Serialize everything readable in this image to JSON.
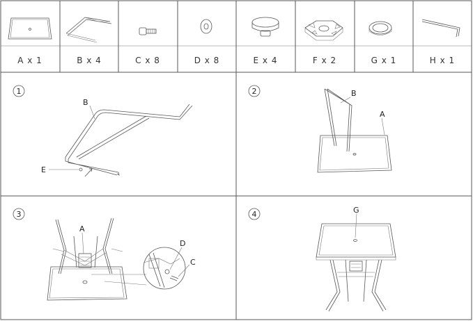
{
  "parts": [
    {
      "letter": "A",
      "label": "A x 1",
      "icon": "table-top-icon"
    },
    {
      "letter": "B",
      "label": "B x 4",
      "icon": "leg-frame-icon"
    },
    {
      "letter": "C",
      "label": "C x 8",
      "icon": "bolt-icon"
    },
    {
      "letter": "D",
      "label": "D x 8",
      "icon": "washer-icon"
    },
    {
      "letter": "E",
      "label": "E x 4",
      "icon": "foot-cap-icon"
    },
    {
      "letter": "F",
      "label": "F x 2",
      "icon": "bracket-icon"
    },
    {
      "letter": "G",
      "label": "G x 1",
      "icon": "umbrella-ring-icon"
    },
    {
      "letter": "H",
      "label": "H x 1",
      "icon": "hex-key-icon"
    }
  ],
  "steps": [
    {
      "number": "1",
      "callouts": {
        "b": "B",
        "e": "E"
      }
    },
    {
      "number": "2",
      "callouts": {
        "b": "B",
        "a": "A"
      }
    },
    {
      "number": "3",
      "callouts": {
        "a": "A",
        "d": "D",
        "c": "C"
      }
    },
    {
      "number": "4",
      "callouts": {
        "g": "G"
      }
    }
  ],
  "colors": {
    "line": "#555555",
    "background": "#ffffff"
  }
}
